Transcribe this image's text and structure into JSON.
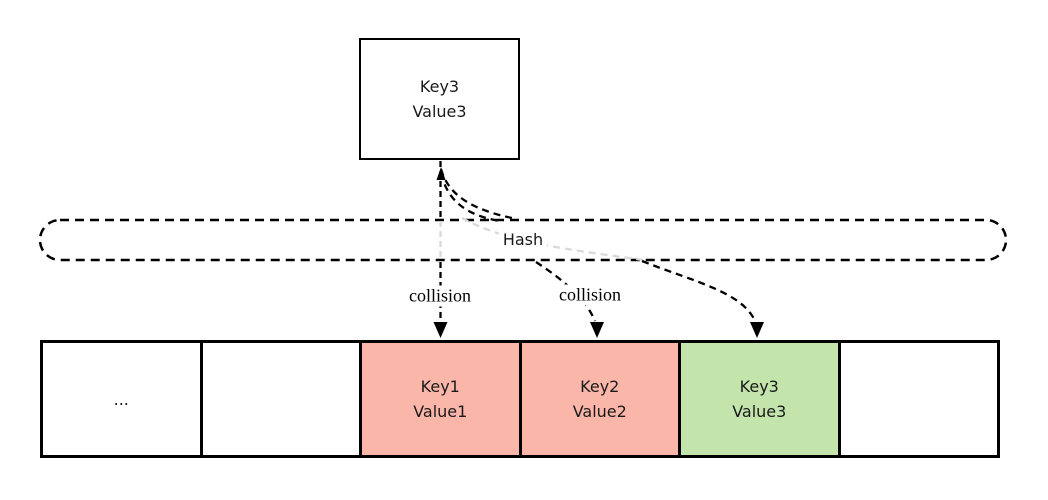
{
  "diagram": {
    "item_box": {
      "line1": "Key3",
      "line2": "Value3"
    },
    "hash_label": "Hash",
    "collision_labels": {
      "first": "collision",
      "second": "collision"
    },
    "slots": [
      {
        "line1": "...",
        "line2": "",
        "state": "ellipsis"
      },
      {
        "line1": "",
        "line2": "",
        "state": "empty"
      },
      {
        "line1": "Key1",
        "line2": "Value1",
        "state": "occupied"
      },
      {
        "line1": "Key2",
        "line2": "Value2",
        "state": "occupied"
      },
      {
        "line1": "Key3",
        "line2": "Value3",
        "state": "inserted"
      },
      {
        "line1": "",
        "line2": "",
        "state": "empty"
      }
    ],
    "colors": {
      "occupied": "#fbb6aa",
      "inserted": "#c3e5ab",
      "empty": "#ffffff",
      "ellipsis": "#ffffff",
      "line": "#000000",
      "faded": "#d9d9d9",
      "text": "#1a1a1a"
    }
  }
}
